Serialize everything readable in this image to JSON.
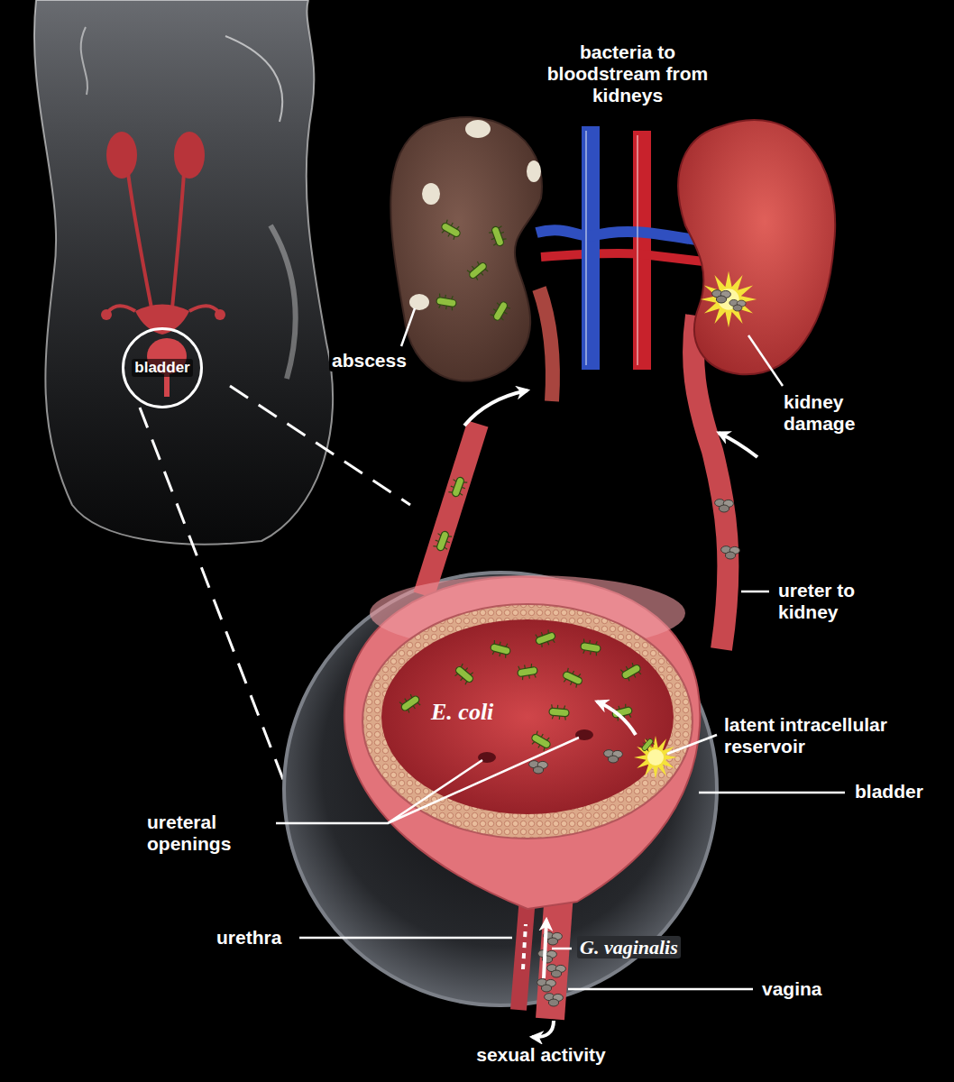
{
  "diagram": {
    "nodes": [
      {
        "text": [
          "bladder"
        ]
      }
    ],
    "labels": [
      "bacteria to bloodstream from kidneys",
      "abscess",
      "kidney damage",
      "ureter to kidney",
      "E. coli",
      "latent intracellular reservoir",
      "bladder",
      "ureteral openings",
      "urethra",
      "G. vaginalis",
      "vagina",
      "sexual activity"
    ]
  }
}
